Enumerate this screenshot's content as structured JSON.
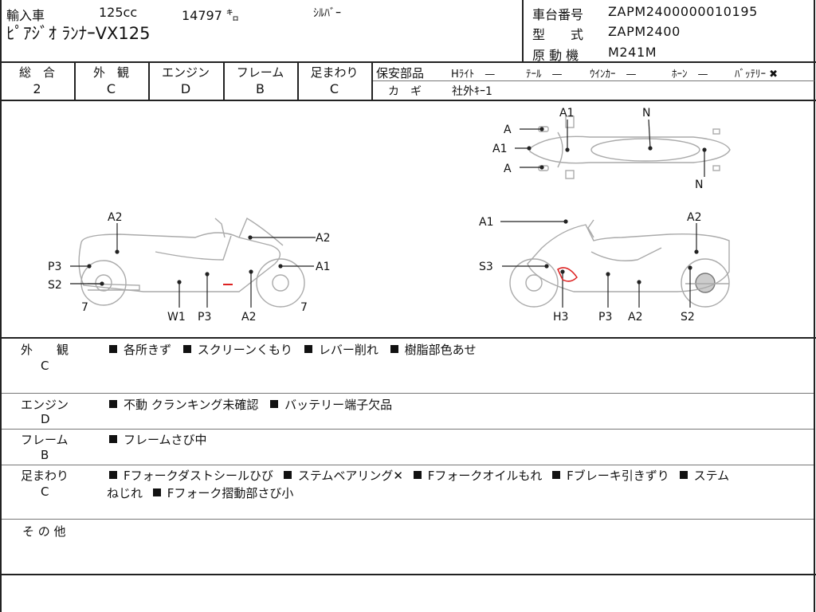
{
  "header": {
    "import_label": "輸入車",
    "displacement": "125cc",
    "mileage": "14797 ㌔",
    "color": "ｼﾙﾊﾞｰ",
    "model_name": "ﾋﾟｱｼﾞｵ ﾗﾝﾅｰVX125",
    "frame_label": "車台番号",
    "frame_value": "ZAPM2400000010195",
    "type_label": "型　　式",
    "type_value": "ZAPM2400",
    "engine_label": "原 動 機",
    "engine_value": "M241M"
  },
  "grades": [
    {
      "label": "総　合",
      "value": "2"
    },
    {
      "label": "外　観",
      "value": "C"
    },
    {
      "label": "エンジン",
      "value": "D"
    },
    {
      "label": "フレーム",
      "value": "B"
    },
    {
      "label": "足まわり",
      "value": "C"
    }
  ],
  "safety": {
    "label": "保安部品",
    "items": [
      "Hﾗｲﾄ　—",
      "ﾃｰﾙ　—",
      "ｳｲﾝｶｰ　—",
      "ﾎｰﾝ　—",
      "ﾊﾞｯﾃﾘｰ ✖"
    ],
    "key_label": "カ　ギ",
    "key_value": "社外ｷｰ1"
  },
  "diagram_labels": {
    "top_a1": "A1",
    "top_n1": "N",
    "top_a_upper": "A",
    "top_a1_left": "A1",
    "top_a_lower": "A",
    "top_n2": "N",
    "left_a2_top": "A2",
    "left_a2_right": "A2",
    "left_p3_side": "P3",
    "left_a1": "A1",
    "left_s2": "S2",
    "left_7a": "7",
    "left_7b": "7",
    "left_w1": "W1",
    "left_p3_bottom": "P3",
    "left_a2_bottom": "A2",
    "right_a1": "A1",
    "right_a2_top": "A2",
    "right_s3": "S3",
    "right_h3": "H3",
    "right_p3": "P3",
    "right_a2_bottom": "A2",
    "right_s2": "S2"
  },
  "remarks": [
    {
      "label": "外　　観",
      "grade": "C",
      "text1": "各所きず",
      "text2": "スクリーンくもり",
      "text3": "レバー削れ",
      "text4": "樹脂部色あせ"
    },
    {
      "label": "エンジン",
      "grade": "D",
      "text1": "不動 クランキング未確認",
      "text2": "バッテリー端子欠品"
    },
    {
      "label": "フレーム",
      "grade": "B",
      "text1": "フレームさび中"
    },
    {
      "label": "足まわり",
      "grade": "C",
      "text1": "Fフォークダストシールひび",
      "text2": "ステムベアリング✕",
      "text3": "Fフォークオイルもれ",
      "text4": "Fブレーキ引きずり",
      "text5": "ステム",
      "text6": "ねじれ",
      "text7": "Fフォーク摺動部さび小"
    },
    {
      "label": "そ の 他"
    }
  ]
}
